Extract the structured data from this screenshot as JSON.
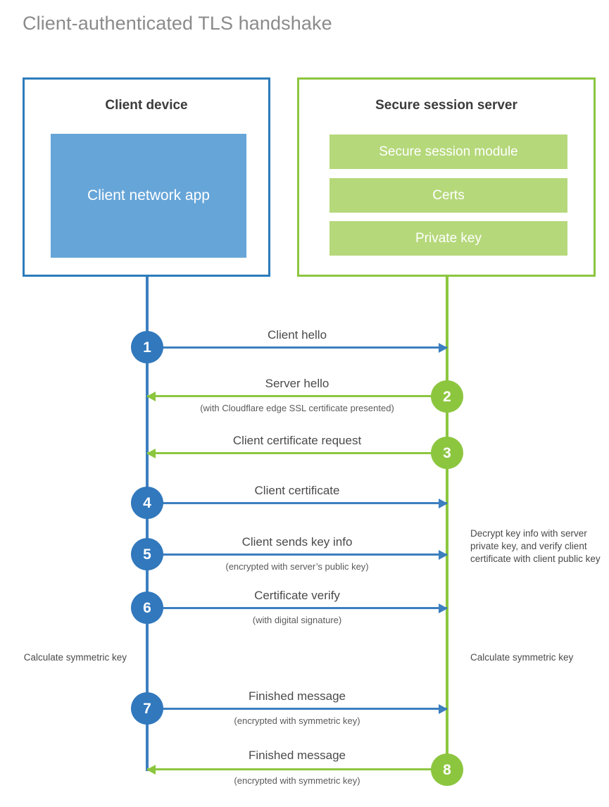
{
  "diagram": {
    "title": "Client-authenticated TLS handshake",
    "colors": {
      "client_blue": "#3178bd",
      "client_line": "#3c7fbf",
      "client_app_fill": "#66a5d8",
      "server_green": "#8cc63f",
      "server_bar_fill": "#b5d87a",
      "title_gray": "#8b8b8b",
      "text_gray": "#4a4a4a",
      "box_title": "#3b3b3b"
    },
    "parties": {
      "client": {
        "title": "Client device",
        "components": [
          "Client network app"
        ]
      },
      "server": {
        "title": "Secure session server",
        "components": [
          "Secure session module",
          "Certs",
          "Private key"
        ]
      }
    },
    "steps": [
      {
        "number": "1",
        "side": "client",
        "direction": "right",
        "label": "Client hello",
        "sublabel": ""
      },
      {
        "number": "2",
        "side": "server",
        "direction": "left",
        "label": "Server hello",
        "sublabel": "(with Cloudflare edge SSL certificate presented)"
      },
      {
        "number": "3",
        "side": "server",
        "direction": "left",
        "label": "Client certificate request",
        "sublabel": ""
      },
      {
        "number": "4",
        "side": "client",
        "direction": "right",
        "label": "Client certificate",
        "sublabel": ""
      },
      {
        "number": "5",
        "side": "client",
        "direction": "right",
        "label": "Client sends key info",
        "sublabel": "(encrypted with server’s public key)"
      },
      {
        "number": "6",
        "side": "client",
        "direction": "right",
        "label": "Certificate verify",
        "sublabel": "(with digital signature)"
      },
      {
        "number": "7",
        "side": "client",
        "direction": "right",
        "label": "Finished message",
        "sublabel": "(encrypted with symmetric key)"
      },
      {
        "number": "8",
        "side": "server",
        "direction": "left",
        "label": "Finished message",
        "sublabel": "(encrypted with symmetric key)"
      }
    ],
    "annotations": {
      "server_decrypt": "Decrypt key info with server private key, and verify client certificate with client public key",
      "client_calculate": "Calculate symmetric key",
      "server_calculate": "Calculate symmetric key"
    }
  }
}
